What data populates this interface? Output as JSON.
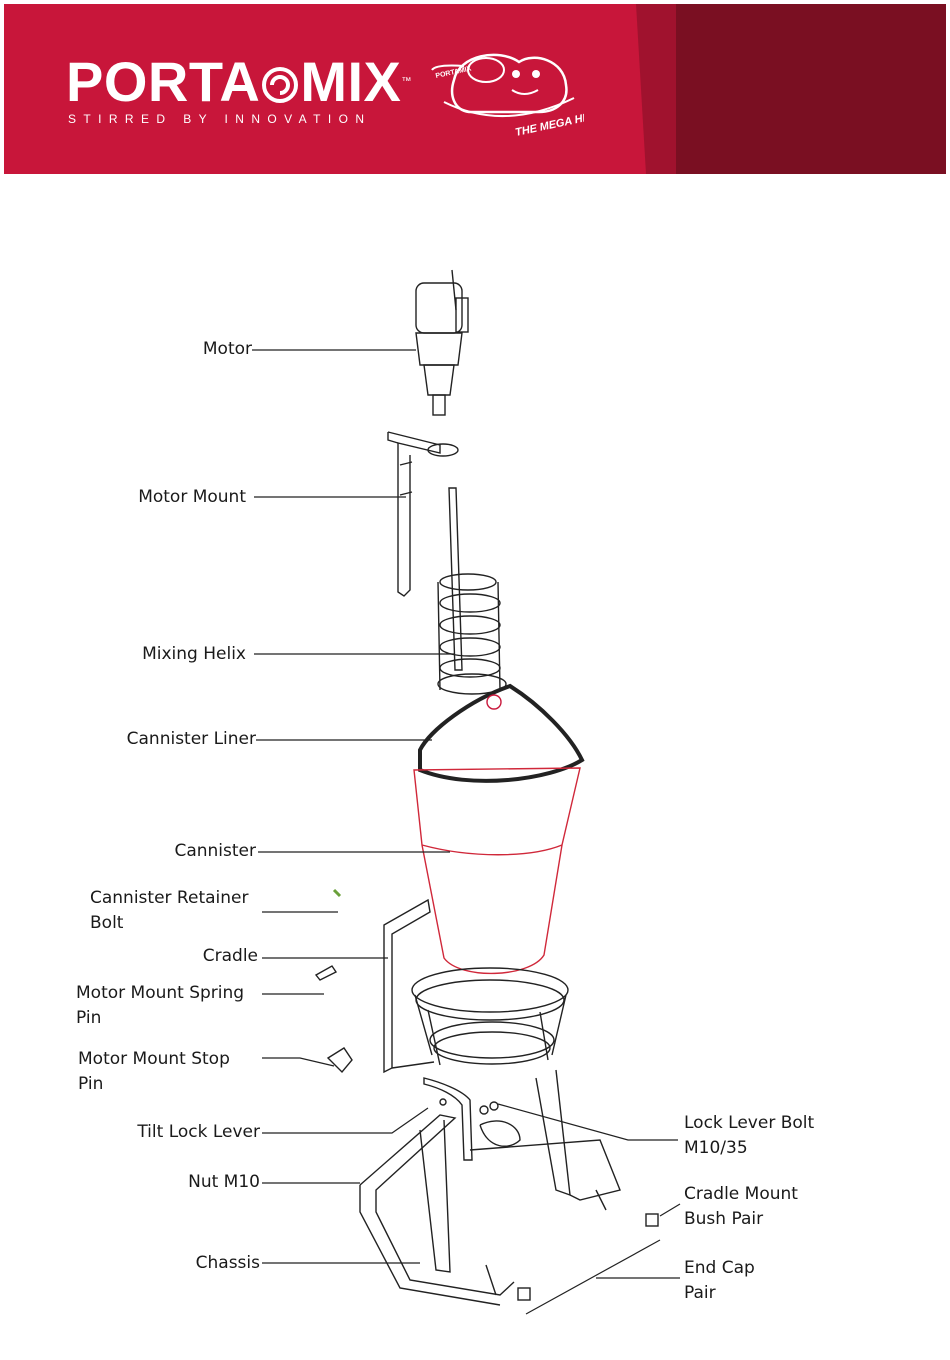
{
  "header": {
    "brand_left": "PORTA",
    "brand_right": "MIX",
    "trademark": "™",
    "tagline": "STIRRED BY INNOVATION",
    "mascot_caption": "THE MEGA HIPPO",
    "mascot_tag": "PORTAMIX",
    "colors": {
      "banner": "#c8163a",
      "banner_dark": "#7a0f22"
    }
  },
  "labels": {
    "motor": "Motor",
    "motor_mount": "Motor Mount",
    "mixing_helix": "Mixing Helix",
    "cannister_liner": "Cannister Liner",
    "cannister": "Cannister",
    "cannister_retainer_bolt": "Cannister Retainer\nBolt",
    "cradle": "Cradle",
    "motor_mount_spring_pin": "Motor Mount Spring\nPin",
    "motor_mount_stop_pin": "Motor Mount Stop\nPin",
    "tilt_lock_lever": "Tilt Lock Lever",
    "nut_m10": "Nut M10",
    "chassis": "Chassis",
    "lock_lever_bolt": "Lock Lever Bolt\nM10/35",
    "cradle_mount_bush_pair": "Cradle Mount\nBush Pair",
    "end_cap_pair": "End Cap\nPair"
  }
}
